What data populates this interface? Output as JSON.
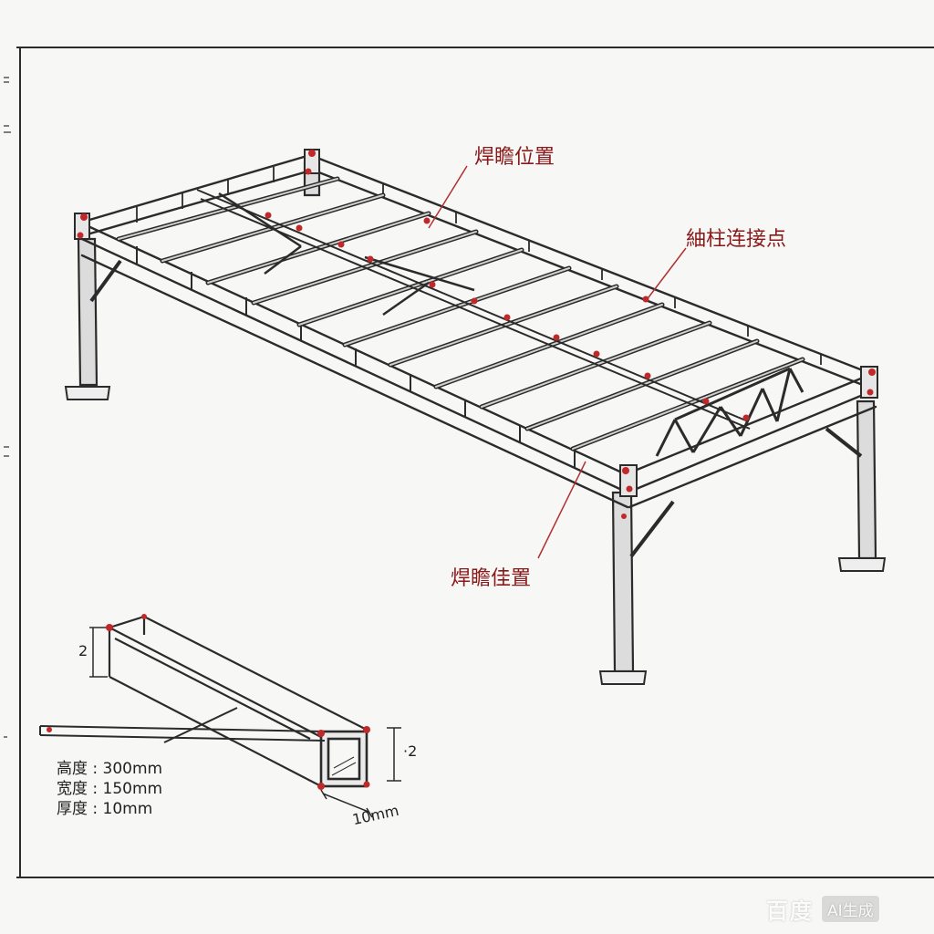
{
  "annotations": {
    "weld_top": "焊瞻位置",
    "column_joint": "紬柱连接点",
    "weld_bottom": "焊瞻佳置"
  },
  "section_spec": {
    "height": "高度 : 300mm",
    "width": "宽度 : 150mm",
    "thickness": "厚度 : 10mm"
  },
  "dimensions": {
    "left_mark": "2",
    "right_mark": "·2",
    "bottom_mark": "10mm"
  },
  "watermark": {
    "brand": "百度",
    "tag": "AI生成"
  },
  "colors": {
    "ink": "#2b2b2b",
    "steel_light": "#c9c9c9",
    "weld_red": "#c0282a",
    "leader_red": "#b23030",
    "paper": "#f7f7f5"
  }
}
